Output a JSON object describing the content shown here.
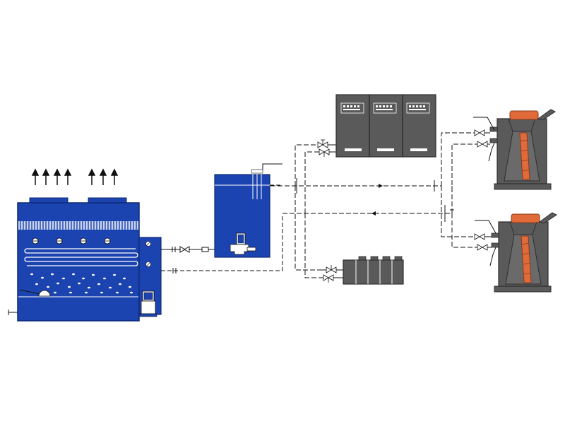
{
  "diagram": {
    "colors": {
      "blue": "#1c44b0",
      "blue_dark": "#0d2a78",
      "gray": "#5a5a5a",
      "gray_dark": "#3e3e3e",
      "orange": "#e06a3a",
      "line": "#111111",
      "background": "#ffffff"
    },
    "components": [
      {
        "id": "cooling-tower",
        "icon": "closed-circuit-cooling-tower-icon"
      },
      {
        "id": "water-tank",
        "icon": "water-tank-with-pump-icon"
      },
      {
        "id": "control-cabinets",
        "icon": "electrical-cabinet-icon",
        "count": 3
      },
      {
        "id": "transformer",
        "icon": "transformer-cooler-icon"
      },
      {
        "id": "furnace-top",
        "icon": "induction-furnace-icon"
      },
      {
        "id": "furnace-bottom",
        "icon": "induction-furnace-icon"
      }
    ],
    "pipes": [
      {
        "id": "supply-line",
        "style": "dashed"
      },
      {
        "id": "return-line",
        "style": "dashed"
      },
      {
        "id": "tower-to-tank-line",
        "style": "solid"
      }
    ]
  }
}
